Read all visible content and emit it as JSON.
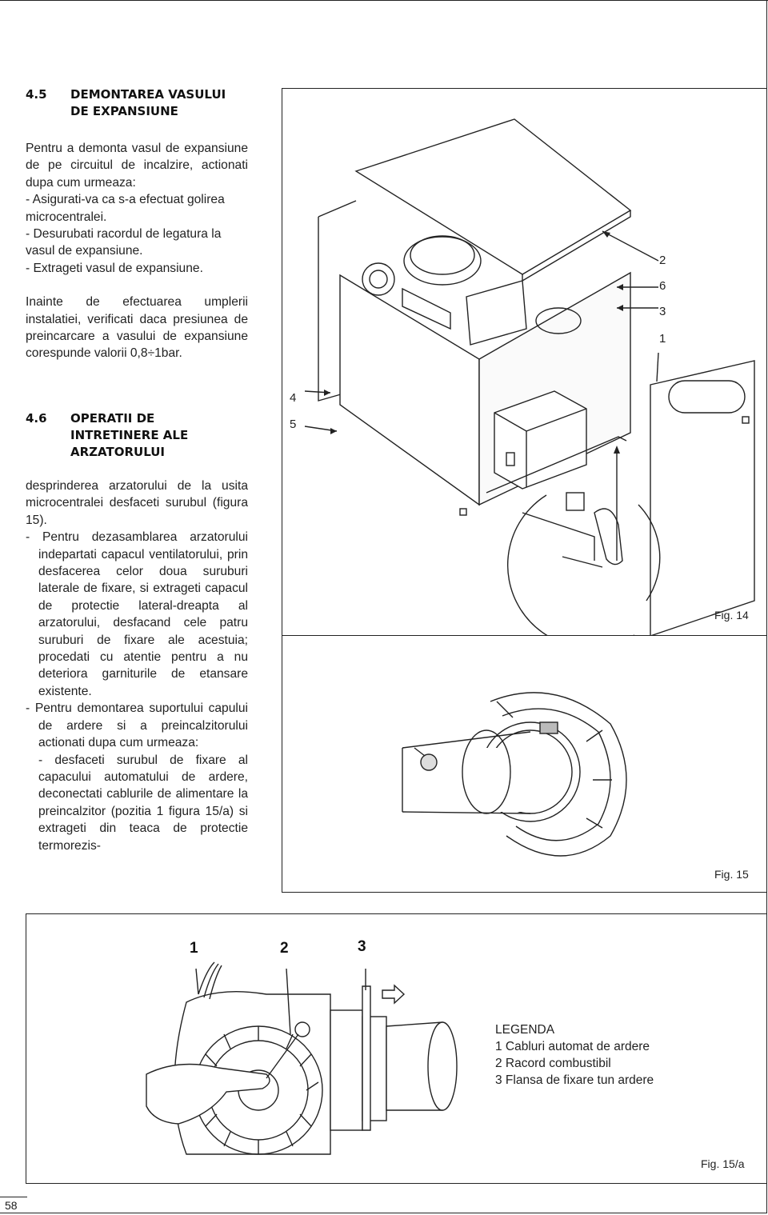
{
  "sections": [
    {
      "number": "4.5",
      "title": "DEMONTAREA VASULUI\nDE EXPANSIUNE"
    },
    {
      "number": "4.6",
      "title": "OPERATII DE\nINTRETINERE ALE\nARZATORULUI"
    }
  ],
  "s45": {
    "intro": "Pentru a demonta vasul de expansiune de pe circuitul de incalzire, actionati dupa cum urmeaza:",
    "step1": "- Asigurati-va ca s-a efectuat golirea microcentralei.",
    "step2": "- Desurubati racordul de legatura la vasul de expansiune.",
    "step3": "- Extrageti vasul de expansiune.",
    "note": "Inainte de efectuarea umplerii instalatiei, verificati daca presiunea de preincarcare a vasului de expansiune corespunde valorii 0,8÷1bar."
  },
  "s46": {
    "intro": "desprinderea arzatorului de la usita microcentralei desfaceti surubul (figura 15).",
    "step1": "- Pentru dezasamblarea arzatorului indepartati capacul ventilatorului, prin desfacerea celor doua suruburi laterale de fixare, si extrageti capacul de protectie lateral-dreapta al arzatorului, desfacand cele patru suruburi de fixare ale acestuia; procedati cu atentie pentru a nu deteriora garniturile de etansare existente.",
    "step2": "- Pentru demontarea suportului capului de ardere si a preincalzitorului actionati dupa cum urmeaza:",
    "step2a": "- desfaceti surubul de fixare al capacului automatului de ardere, deconectati cablurile de alimentare la preincalzitor (pozitia 1 figura 15/a) si extrageti din teaca de protectie termorezis-"
  },
  "fig14": {
    "caption": "Fig. 14",
    "callouts": [
      "2",
      "6",
      "3",
      "1",
      "4",
      "5"
    ]
  },
  "fig15": {
    "caption": "Fig. 15"
  },
  "fig15a": {
    "caption": "Fig. 15/a",
    "callouts": [
      "1",
      "2",
      "3"
    ],
    "legend_title": "LEGENDA",
    "legend_items": [
      "1 Cabluri automat de ardere",
      "2 Racord combustibil",
      "3 Flansa de fixare tun ardere"
    ]
  },
  "page_number": "58"
}
